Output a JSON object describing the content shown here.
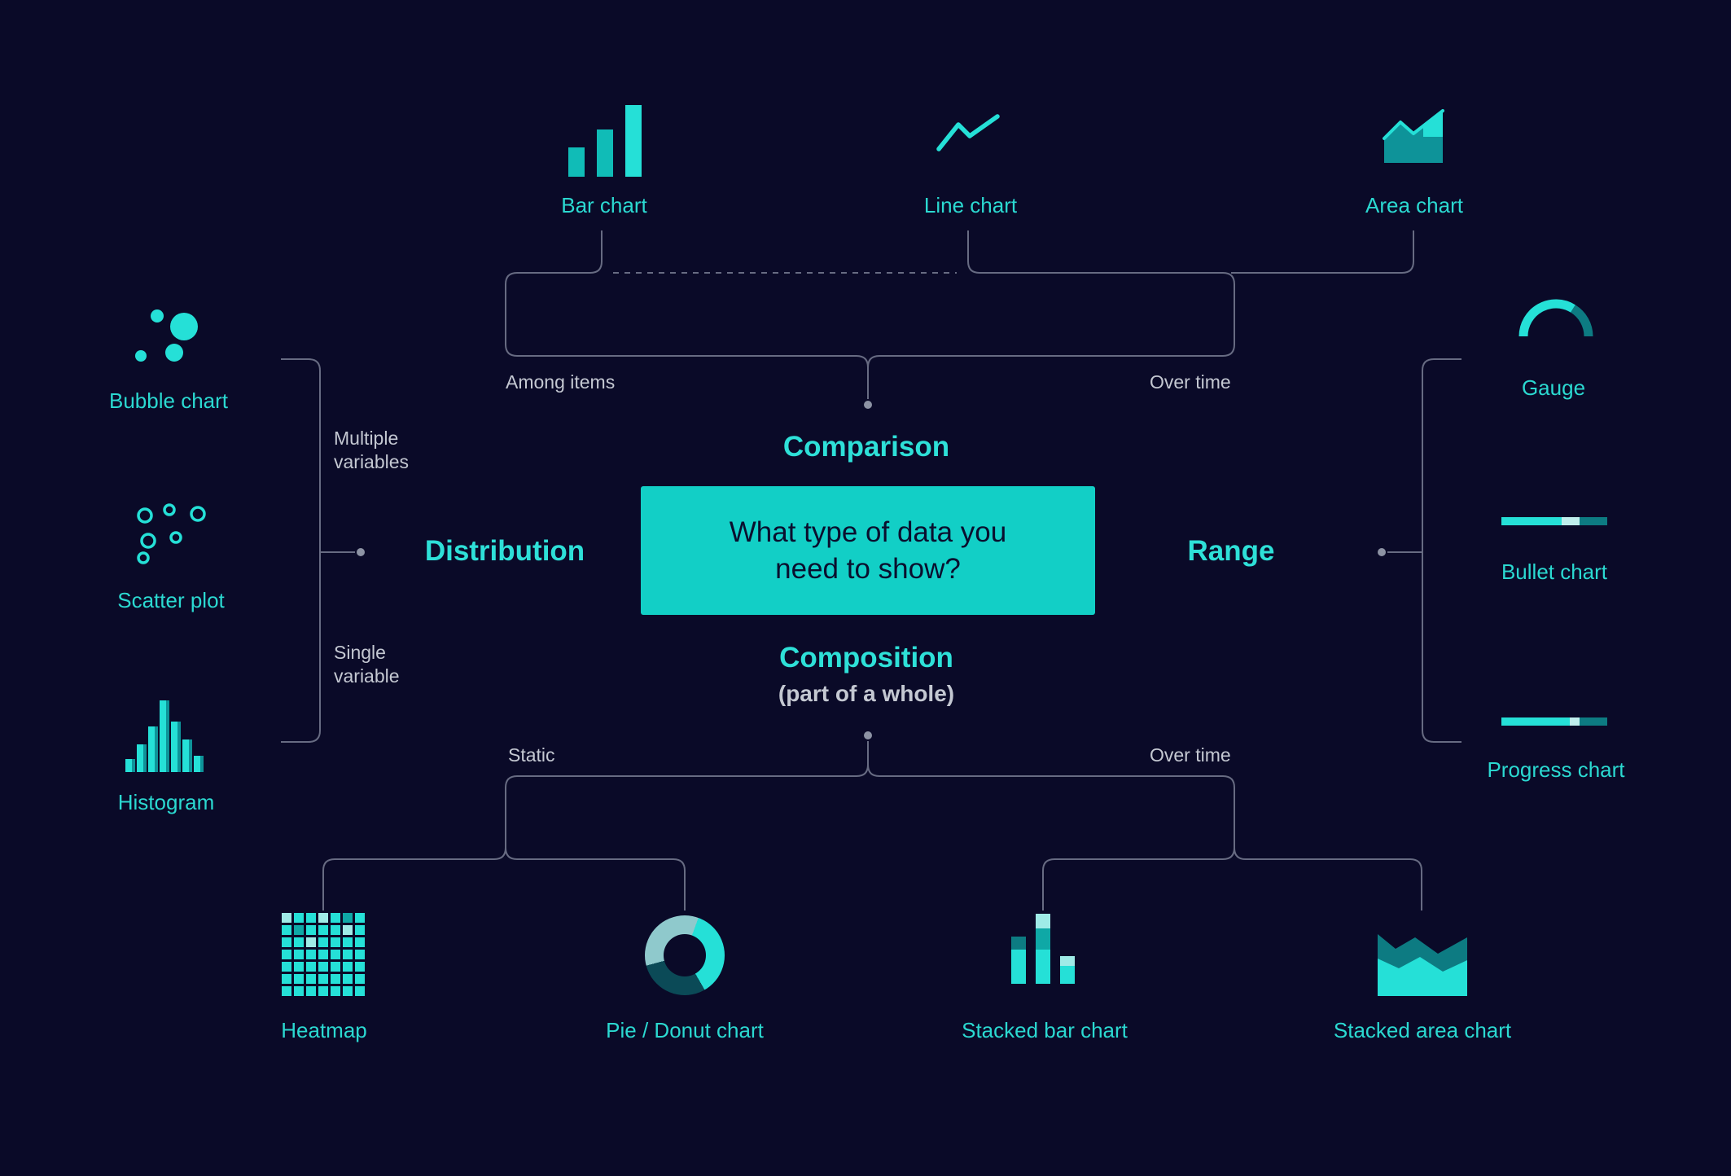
{
  "center": {
    "question": "What type of data you\nneed to show?"
  },
  "categories": {
    "comparison": "Comparison",
    "distribution": "Distribution",
    "range": "Range",
    "composition": "Composition",
    "composition_sub": "(part of a whole)"
  },
  "edge_labels": {
    "among_items": "Among items",
    "over_time_top": "Over time",
    "multiple_variables": "Multiple\nvariables",
    "single_variable": "Single\nvariable",
    "static": "Static",
    "over_time_bottom": "Over time"
  },
  "chart_types": {
    "bar": "Bar chart",
    "line": "Line chart",
    "area": "Area chart",
    "bubble": "Bubble chart",
    "scatter": "Scatter plot",
    "histogram": "Histogram",
    "gauge": "Gauge",
    "bullet": "Bullet chart",
    "progress": "Progress chart",
    "heatmap": "Heatmap",
    "pie_donut": "Pie / Donut chart",
    "stacked_bar": "Stacked bar chart",
    "stacked_area": "Stacked area chart"
  },
  "colors": {
    "background": "#0a0a28",
    "cyan": "#25e0d7",
    "teal_mid": "#0fa8a6",
    "teal_dark": "#0d7b82",
    "teal_light": "#9febe7",
    "box_bg": "#12cfc6",
    "box_text": "#0a0f2e",
    "line": "#676b82",
    "gray_text": "#c4c8d2"
  }
}
